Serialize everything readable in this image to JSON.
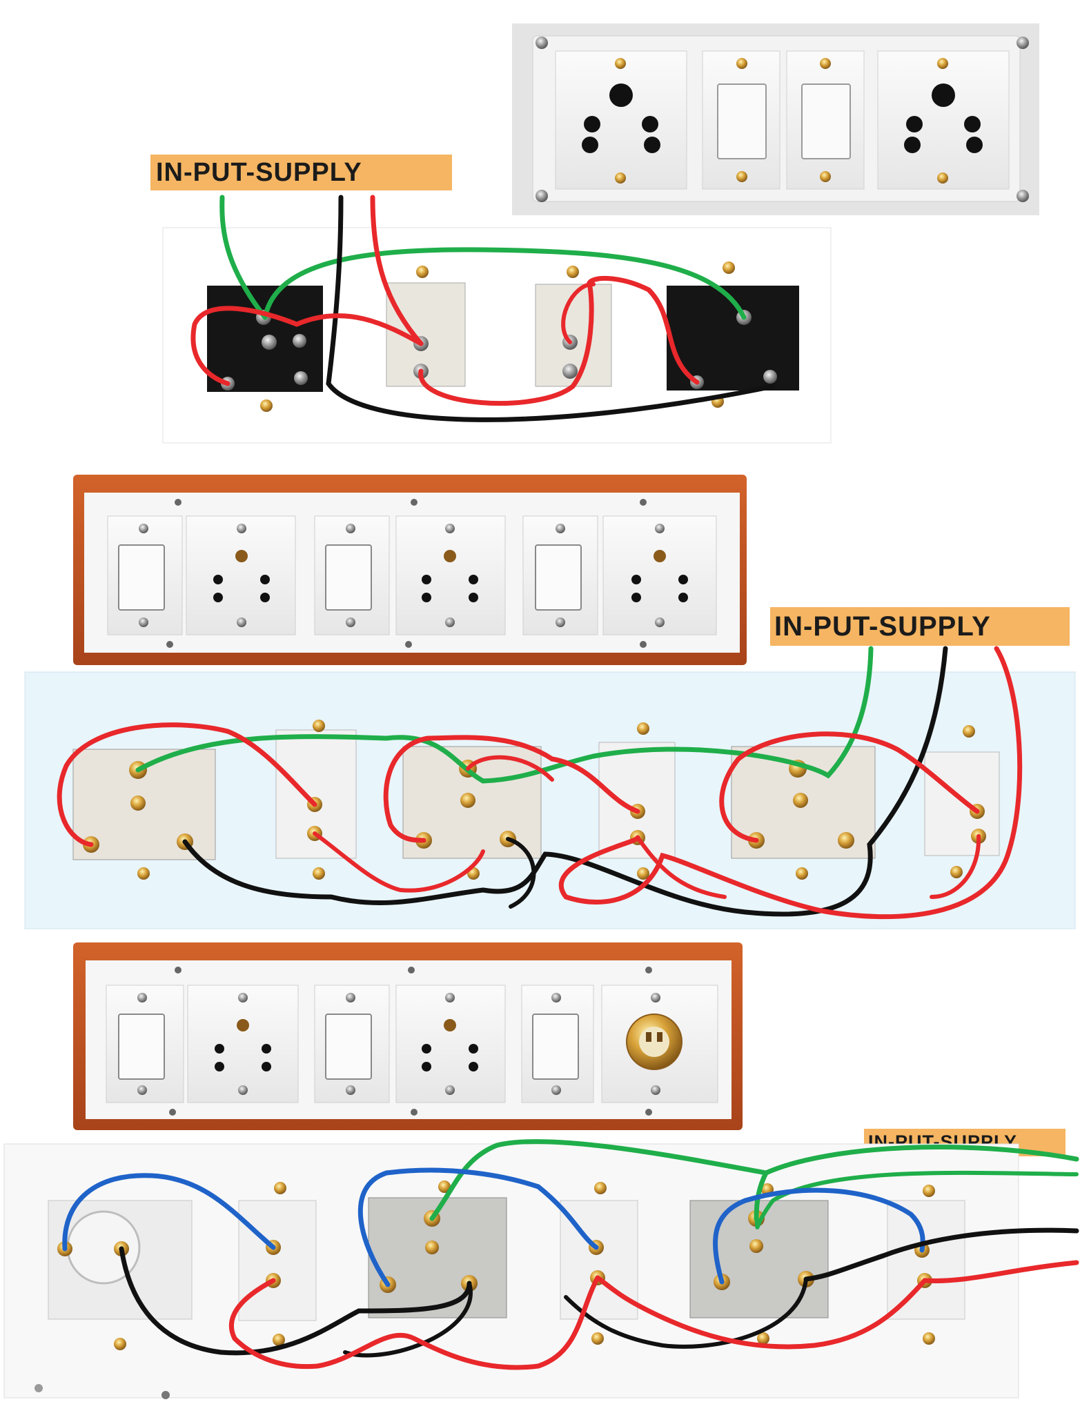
{
  "labels": {
    "supply_1": "IN-PUT-SUPPLY",
    "supply_2": "IN-PUT-SUPPLY",
    "supply_3": "IN-PUT-SUPPLY"
  },
  "wire_colors": {
    "phase": "#e8282b",
    "neutral": "#111111",
    "earth": "#1fae4a",
    "blue": "#1f63c9"
  },
  "boards": [
    {
      "name": "board-1-front",
      "modules": [
        "socket",
        "switch",
        "switch",
        "socket"
      ]
    },
    {
      "name": "board-2-front",
      "modules": [
        "switch",
        "socket",
        "switch",
        "socket",
        "switch",
        "socket"
      ]
    },
    {
      "name": "board-3-front",
      "modules": [
        "switch",
        "socket",
        "switch",
        "socket",
        "switch",
        "holder"
      ]
    }
  ],
  "colors": {
    "label_bg": "#f5b562",
    "wood_frame": "#c2521f",
    "back_panel": "#e8f5fb"
  }
}
